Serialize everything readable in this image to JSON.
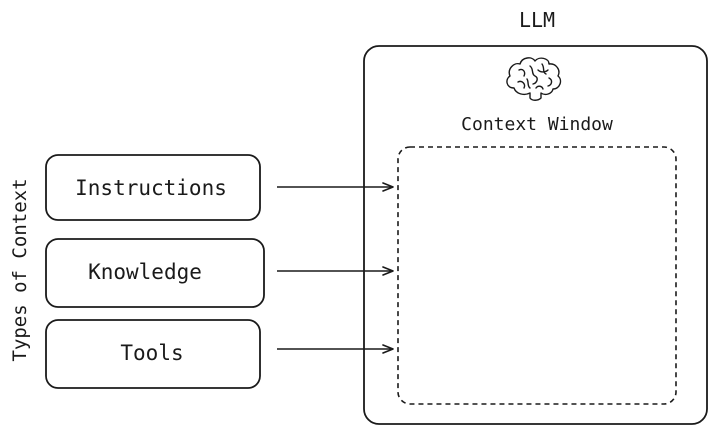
{
  "llm": {
    "title": "LLM",
    "context_window_label": "Context Window",
    "icon": "brain-icon"
  },
  "types": {
    "axis_label": "Types of Context",
    "items": [
      {
        "label": "Instructions"
      },
      {
        "label": "Knowledge"
      },
      {
        "label": "Tools"
      }
    ]
  },
  "colors": {
    "stroke": "#1a1a1a",
    "background": "#ffffff"
  }
}
